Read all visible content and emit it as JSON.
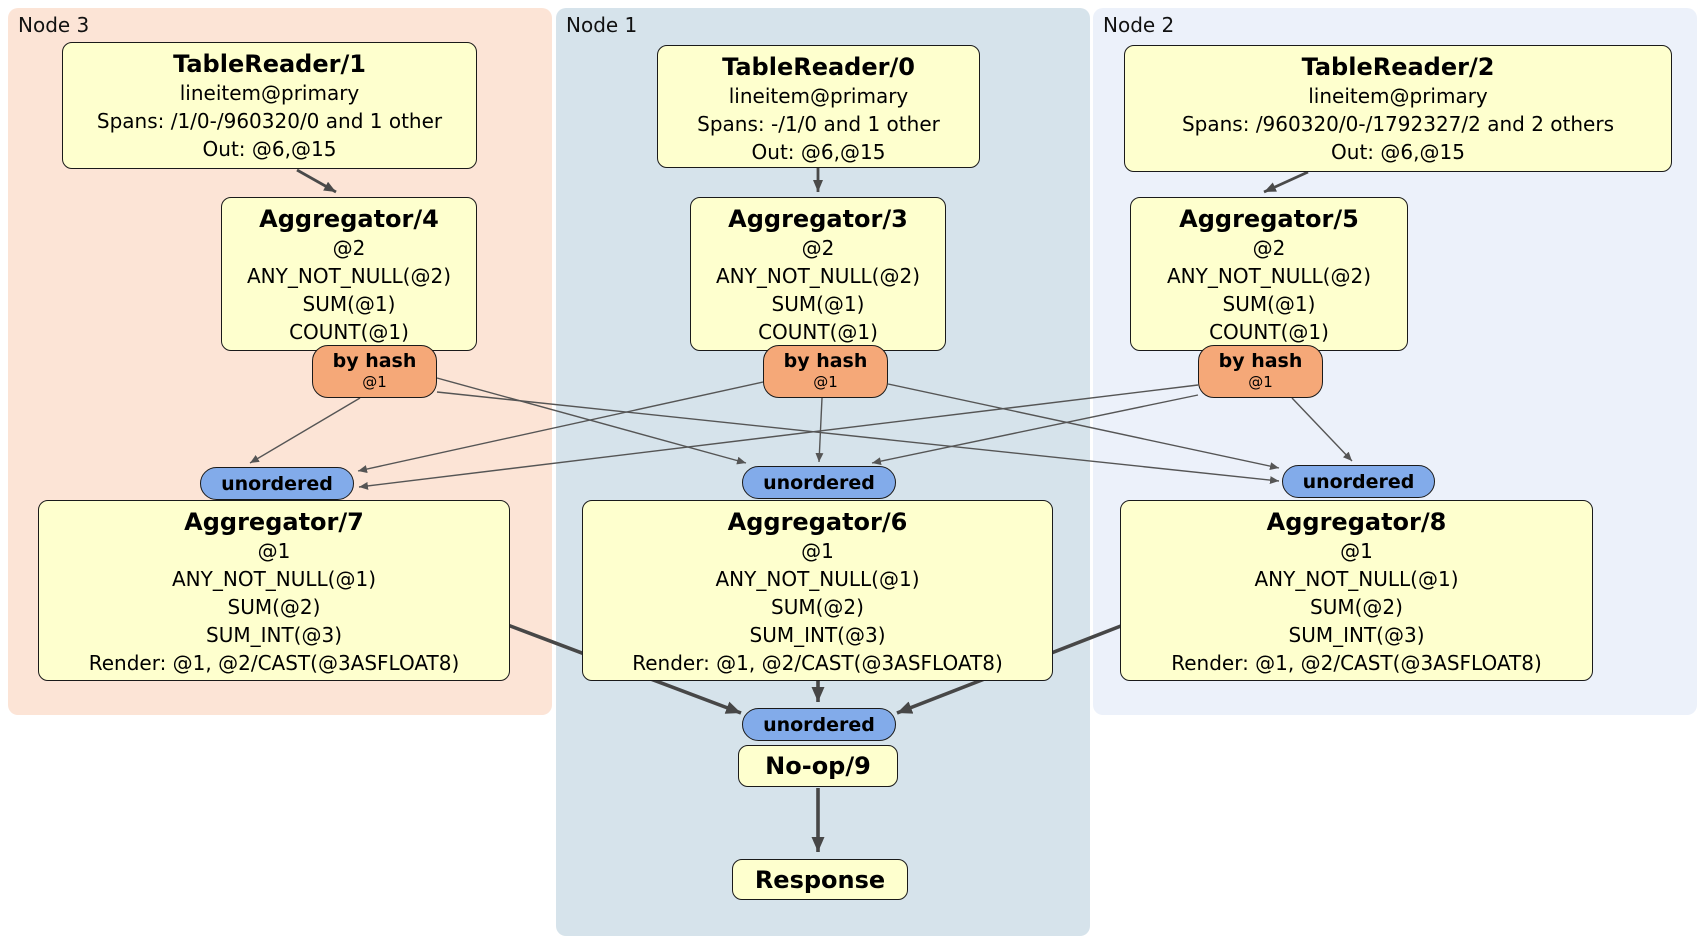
{
  "panels": [
    {
      "label": "Node 3",
      "color": "#fce4d6"
    },
    {
      "label": "Node 1",
      "color": "#d6e3eb"
    },
    {
      "label": "Node 2",
      "color": "#ecf1fa"
    }
  ],
  "processors": {
    "tr1": {
      "title": "TableReader/1",
      "lines": [
        "lineitem@primary",
        "Spans: /1/0-/960320/0 and 1 other",
        "Out: @6,@15"
      ]
    },
    "tr0": {
      "title": "TableReader/0",
      "lines": [
        "lineitem@primary",
        "Spans: -/1/0 and 1 other",
        "Out: @6,@15"
      ]
    },
    "tr2": {
      "title": "TableReader/2",
      "lines": [
        "lineitem@primary",
        "Spans: /960320/0-/1792327/2 and 2 others",
        "Out: @6,@15"
      ]
    },
    "agg4": {
      "title": "Aggregator/4",
      "lines": [
        "@2",
        "ANY_NOT_NULL(@2)",
        "SUM(@1)",
        "COUNT(@1)"
      ]
    },
    "agg3": {
      "title": "Aggregator/3",
      "lines": [
        "@2",
        "ANY_NOT_NULL(@2)",
        "SUM(@1)",
        "COUNT(@1)"
      ]
    },
    "agg5": {
      "title": "Aggregator/5",
      "lines": [
        "@2",
        "ANY_NOT_NULL(@2)",
        "SUM(@1)",
        "COUNT(@1)"
      ]
    },
    "agg7": {
      "title": "Aggregator/7",
      "lines": [
        "@1",
        "ANY_NOT_NULL(@1)",
        "SUM(@2)",
        "SUM_INT(@3)",
        "Render: @1, @2/CAST(@3ASFLOAT8)"
      ]
    },
    "agg6": {
      "title": "Aggregator/6",
      "lines": [
        "@1",
        "ANY_NOT_NULL(@1)",
        "SUM(@2)",
        "SUM_INT(@3)",
        "Render: @1, @2/CAST(@3ASFLOAT8)"
      ]
    },
    "agg8": {
      "title": "Aggregator/8",
      "lines": [
        "@1",
        "ANY_NOT_NULL(@1)",
        "SUM(@2)",
        "SUM_INT(@3)",
        "Render: @1, @2/CAST(@3ASFLOAT8)"
      ]
    },
    "noop": {
      "title": "No-op/9",
      "lines": []
    },
    "response": {
      "title": "Response",
      "lines": []
    }
  },
  "routers": {
    "r4": {
      "label": "by hash",
      "sub": "@1"
    },
    "r3": {
      "label": "by hash",
      "sub": "@1"
    },
    "r5": {
      "label": "by hash",
      "sub": "@1"
    }
  },
  "syncs": {
    "s7": {
      "label": "unordered"
    },
    "s6": {
      "label": "unordered"
    },
    "s8": {
      "label": "unordered"
    },
    "s9": {
      "label": "unordered"
    }
  },
  "colors": {
    "processor_fill": "#feffce",
    "router_fill": "#f5a878",
    "sync_fill": "#82abea",
    "edge": "#555555",
    "border": "#1a1a1a"
  }
}
